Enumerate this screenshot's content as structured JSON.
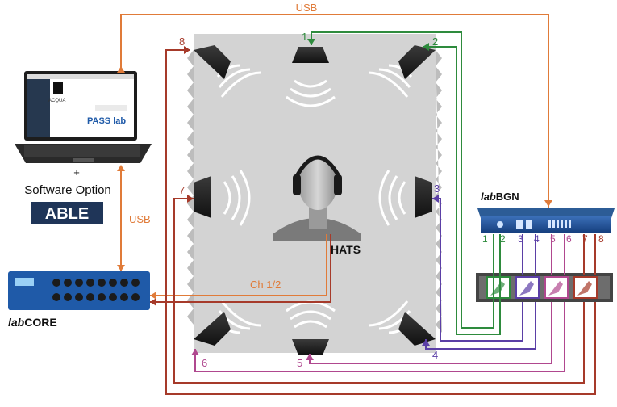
{
  "colors": {
    "usb": "#e07b39",
    "ch1": "#2e8b3d",
    "ch2": "#2e8b3d",
    "ch3": "#5b3fa6",
    "ch4": "#5b3fa6",
    "ch5": "#b0488f",
    "ch6": "#b0488f",
    "ch7": "#a63a2a",
    "ch8": "#a63a2a",
    "room": "#cfcfcf",
    "device": "#1f5aa8"
  },
  "labels": {
    "usb_top": "USB",
    "usb_left": "USB",
    "software_option": "+\nSoftware Option",
    "able": "ABLE",
    "acqua": "ACQUA",
    "pass_lab": "PASS lab",
    "hats": "HATS",
    "ch12": "Ch 1/2",
    "labbgn_prefix": "lab",
    "labbgn_suffix": "BGN",
    "labcore_prefix": "lab",
    "labcore_suffix": "CORE"
  },
  "speakers": {
    "s1": "1",
    "s2": "2",
    "s3": "3",
    "s4": "4",
    "s5": "5",
    "s6": "6",
    "s7": "7",
    "s8": "8"
  },
  "bgn_channels": [
    "1",
    "2",
    "3",
    "4",
    "5",
    "6",
    "7",
    "8"
  ]
}
